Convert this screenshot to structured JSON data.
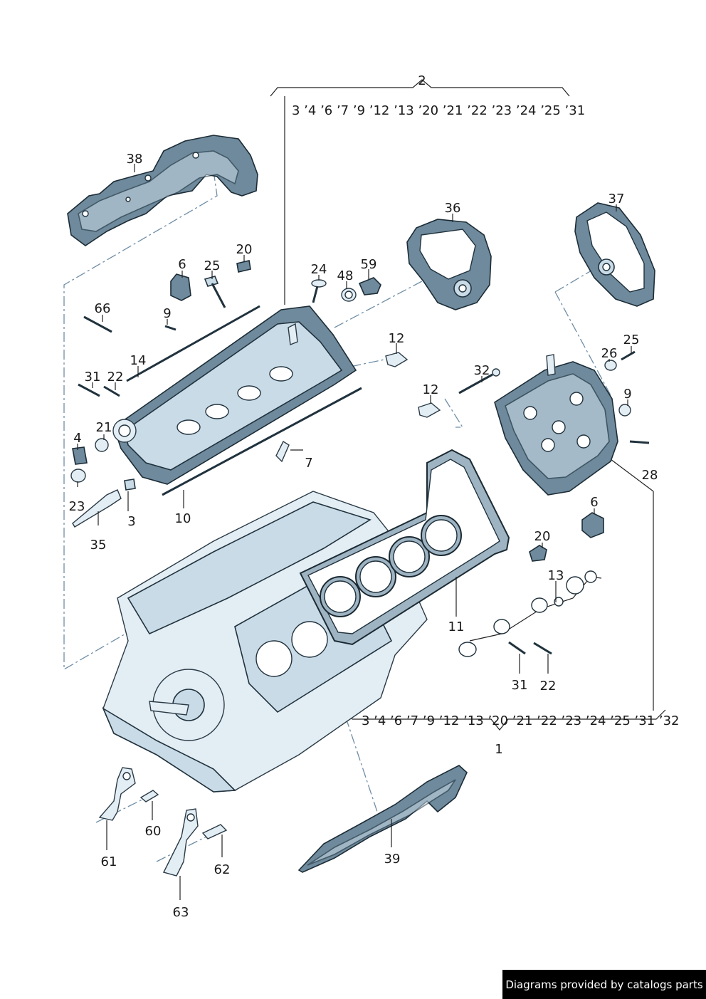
{
  "diagram": {
    "group_top": {
      "label": "2",
      "members": "3 ’4 ’6 ’7 ’9 ’12 ’13 ’20  ’21 ’22  ’23  ’24  ’25  ’31"
    },
    "group_bottom": {
      "label": "1",
      "members": "3 ’4 ’6 ’7 ’9 ’12 ’13 ’20 ’21 ’22 ’23 ’24 ’25 ’31 ’32"
    },
    "callouts": [
      {
        "id": "c38",
        "text": "38"
      },
      {
        "id": "c36",
        "text": "36"
      },
      {
        "id": "c37",
        "text": "37"
      },
      {
        "id": "c6a",
        "text": "6"
      },
      {
        "id": "c25a",
        "text": "25"
      },
      {
        "id": "c20a",
        "text": "20"
      },
      {
        "id": "c24",
        "text": "24"
      },
      {
        "id": "c48",
        "text": "48"
      },
      {
        "id": "c59",
        "text": "59"
      },
      {
        "id": "c66",
        "text": "66"
      },
      {
        "id": "c9a",
        "text": "9"
      },
      {
        "id": "c12a",
        "text": "12"
      },
      {
        "id": "c25b",
        "text": "25"
      },
      {
        "id": "c26",
        "text": "26"
      },
      {
        "id": "c14",
        "text": "14"
      },
      {
        "id": "c31a",
        "text": "31"
      },
      {
        "id": "c22a",
        "text": "22"
      },
      {
        "id": "c32",
        "text": "32"
      },
      {
        "id": "c12b",
        "text": "12"
      },
      {
        "id": "c9b",
        "text": "9"
      },
      {
        "id": "c21",
        "text": "21"
      },
      {
        "id": "c4",
        "text": "4"
      },
      {
        "id": "c7",
        "text": "7"
      },
      {
        "id": "c28",
        "text": "28"
      },
      {
        "id": "c23",
        "text": "23"
      },
      {
        "id": "c3",
        "text": "3"
      },
      {
        "id": "c10",
        "text": "10"
      },
      {
        "id": "c6b",
        "text": "6"
      },
      {
        "id": "c35",
        "text": "35"
      },
      {
        "id": "c20b",
        "text": "20"
      },
      {
        "id": "c13",
        "text": "13"
      },
      {
        "id": "c11",
        "text": "11"
      },
      {
        "id": "c31b",
        "text": "31"
      },
      {
        "id": "c22b",
        "text": "22"
      },
      {
        "id": "c60",
        "text": "60"
      },
      {
        "id": "c61",
        "text": "61"
      },
      {
        "id": "c62",
        "text": "62"
      },
      {
        "id": "c39",
        "text": "39"
      },
      {
        "id": "c63",
        "text": "63"
      }
    ]
  },
  "footer": {
    "credit": "Diagrams provided by catalogs parts"
  }
}
